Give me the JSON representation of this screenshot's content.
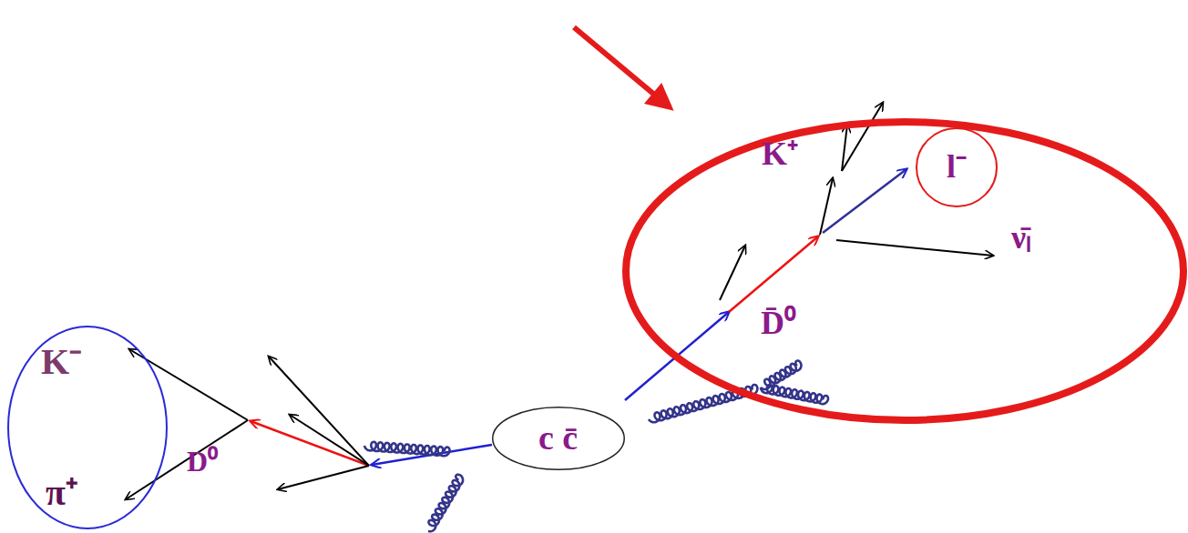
{
  "diagram": {
    "nodes": [
      {
        "text": [
          "K⁻",
          "π⁺"
        ]
      },
      {
        "text": [
          "c c̄"
        ]
      },
      {
        "text": [
          "K⁺",
          "D̄⁰",
          "ν̄ₗ"
        ]
      },
      {
        "text": [
          "l⁻"
        ],
        "in": 2
      }
    ],
    "labels": [
      "D⁰"
    ]
  }
}
